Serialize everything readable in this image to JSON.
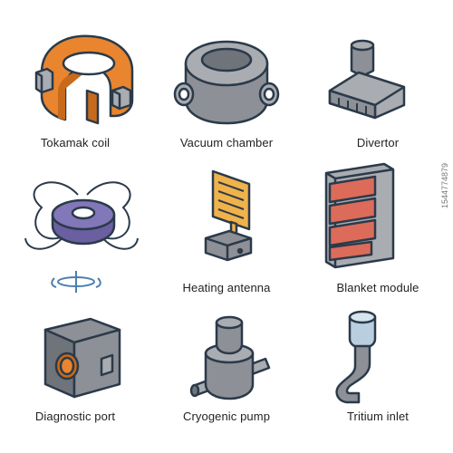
{
  "icons": [
    {
      "label": "Tokamak coil",
      "icon": "tokamak-coil-icon"
    },
    {
      "label": "Vacuum chamber",
      "icon": "vacuum-chamber-icon"
    },
    {
      "label": "Divertor",
      "icon": "divertor-icon"
    },
    {
      "label": "",
      "icon": "plasma-torus-icon"
    },
    {
      "label": "Heating antenna",
      "icon": "heating-antenna-icon"
    },
    {
      "label": "Blanket module",
      "icon": "blanket-module-icon"
    },
    {
      "label": "Diagnostic port",
      "icon": "diagnostic-port-icon"
    },
    {
      "label": "Cryogenic pump",
      "icon": "cryogenic-pump-icon"
    },
    {
      "label": "Tritium inlet",
      "icon": "tritium-inlet-icon"
    }
  ],
  "watermark": {
    "id_text": "1544774879"
  },
  "colors": {
    "outline": "#2b3a4a",
    "gray_light": "#a9acb1",
    "gray_mid": "#8d9096",
    "gray_dark": "#6f737a",
    "orange": "#e8852e",
    "orange_dark": "#c86a1c",
    "purple": "#8277b8",
    "red_brick": "#dd6b5a",
    "yellow": "#f0b24a",
    "light_blue": "#b9cfe0"
  }
}
